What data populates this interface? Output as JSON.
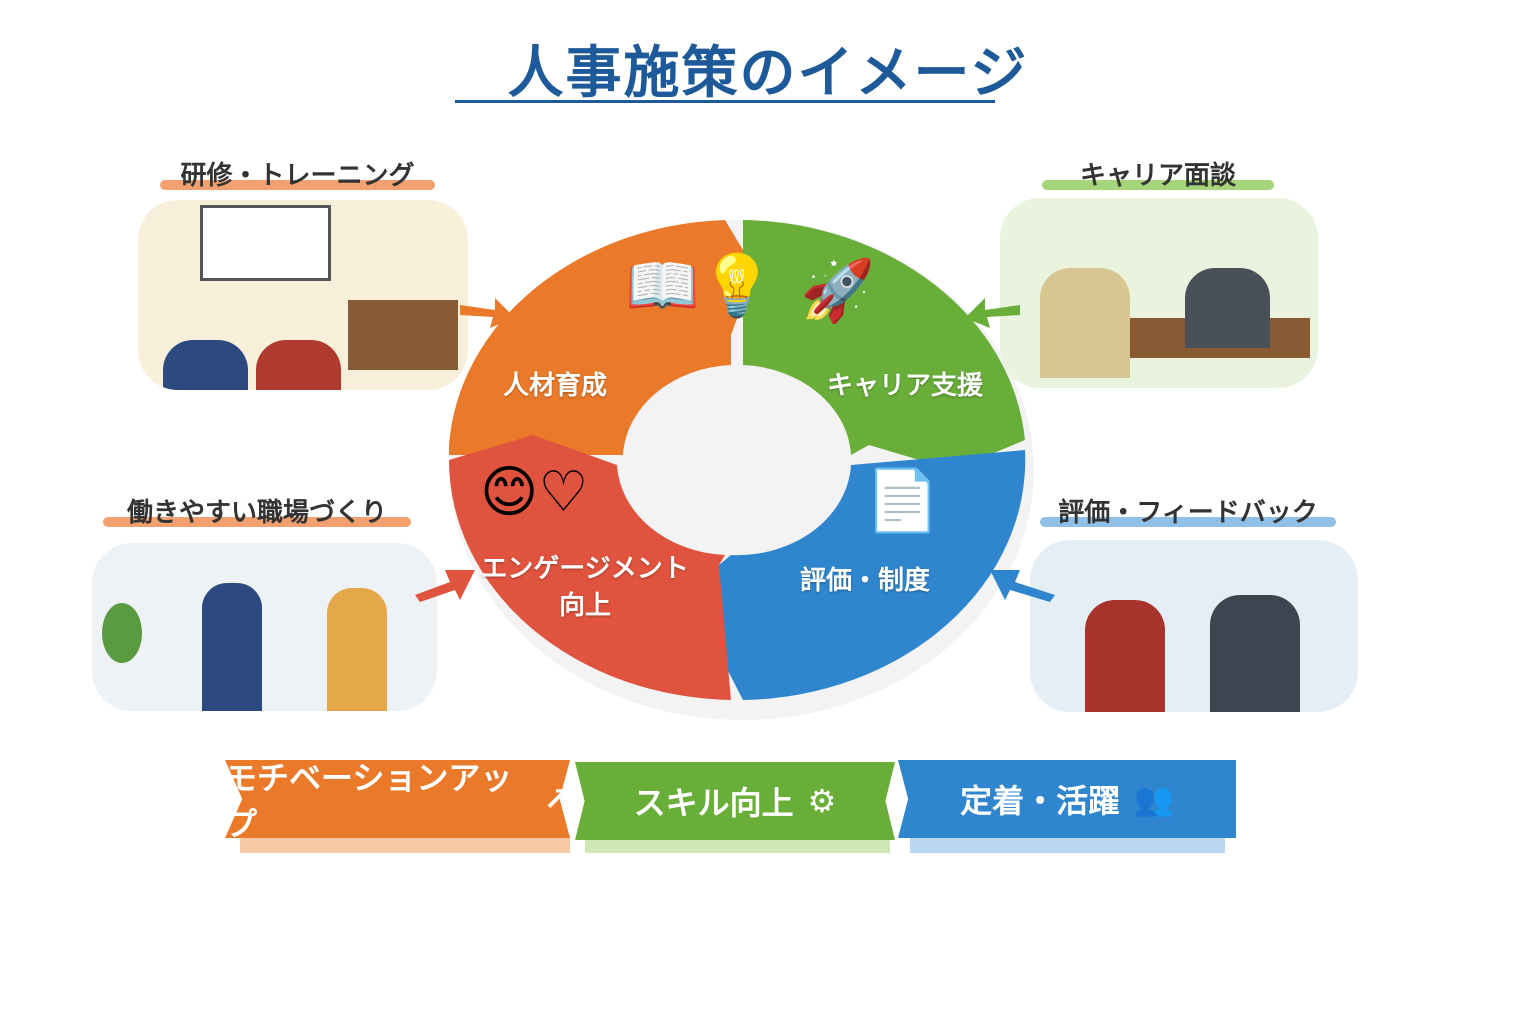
{
  "title": "人事施策のイメージ",
  "cycle": [
    {
      "label": "人材育成",
      "color": "#ea7a2a",
      "icon": "open-book-lightbulb-icon"
    },
    {
      "label": "キャリア支援",
      "color": "#6aae3a",
      "icon": "rocket-icon"
    },
    {
      "label": "評価・制度",
      "color": "#2f86cf",
      "icon": "document-check-icon"
    },
    {
      "label": "エンゲージメント向上",
      "label_line1": "エンゲージメント",
      "label_line2": "向上",
      "color": "#e0533e",
      "icon": "smile-heart-icon"
    }
  ],
  "panels": [
    {
      "label": "研修・トレーニング",
      "color": "#f2a070"
    },
    {
      "label": "キャリア面談",
      "color": "#a6d47a"
    },
    {
      "label": "働きやすい職場づくり",
      "color": "#f2a070"
    },
    {
      "label": "評価・フィードバック",
      "color": "#8fc0e8"
    }
  ],
  "banners": [
    {
      "label": "モチベーションアップ",
      "color": "#ea7a2a",
      "icon": "arrow-up-icon"
    },
    {
      "label": "スキル向上",
      "color": "#6aae3a",
      "icon": "gear-icon"
    },
    {
      "label": "定着・活躍",
      "color": "#2f86cf",
      "icon": "people-icon"
    }
  ]
}
